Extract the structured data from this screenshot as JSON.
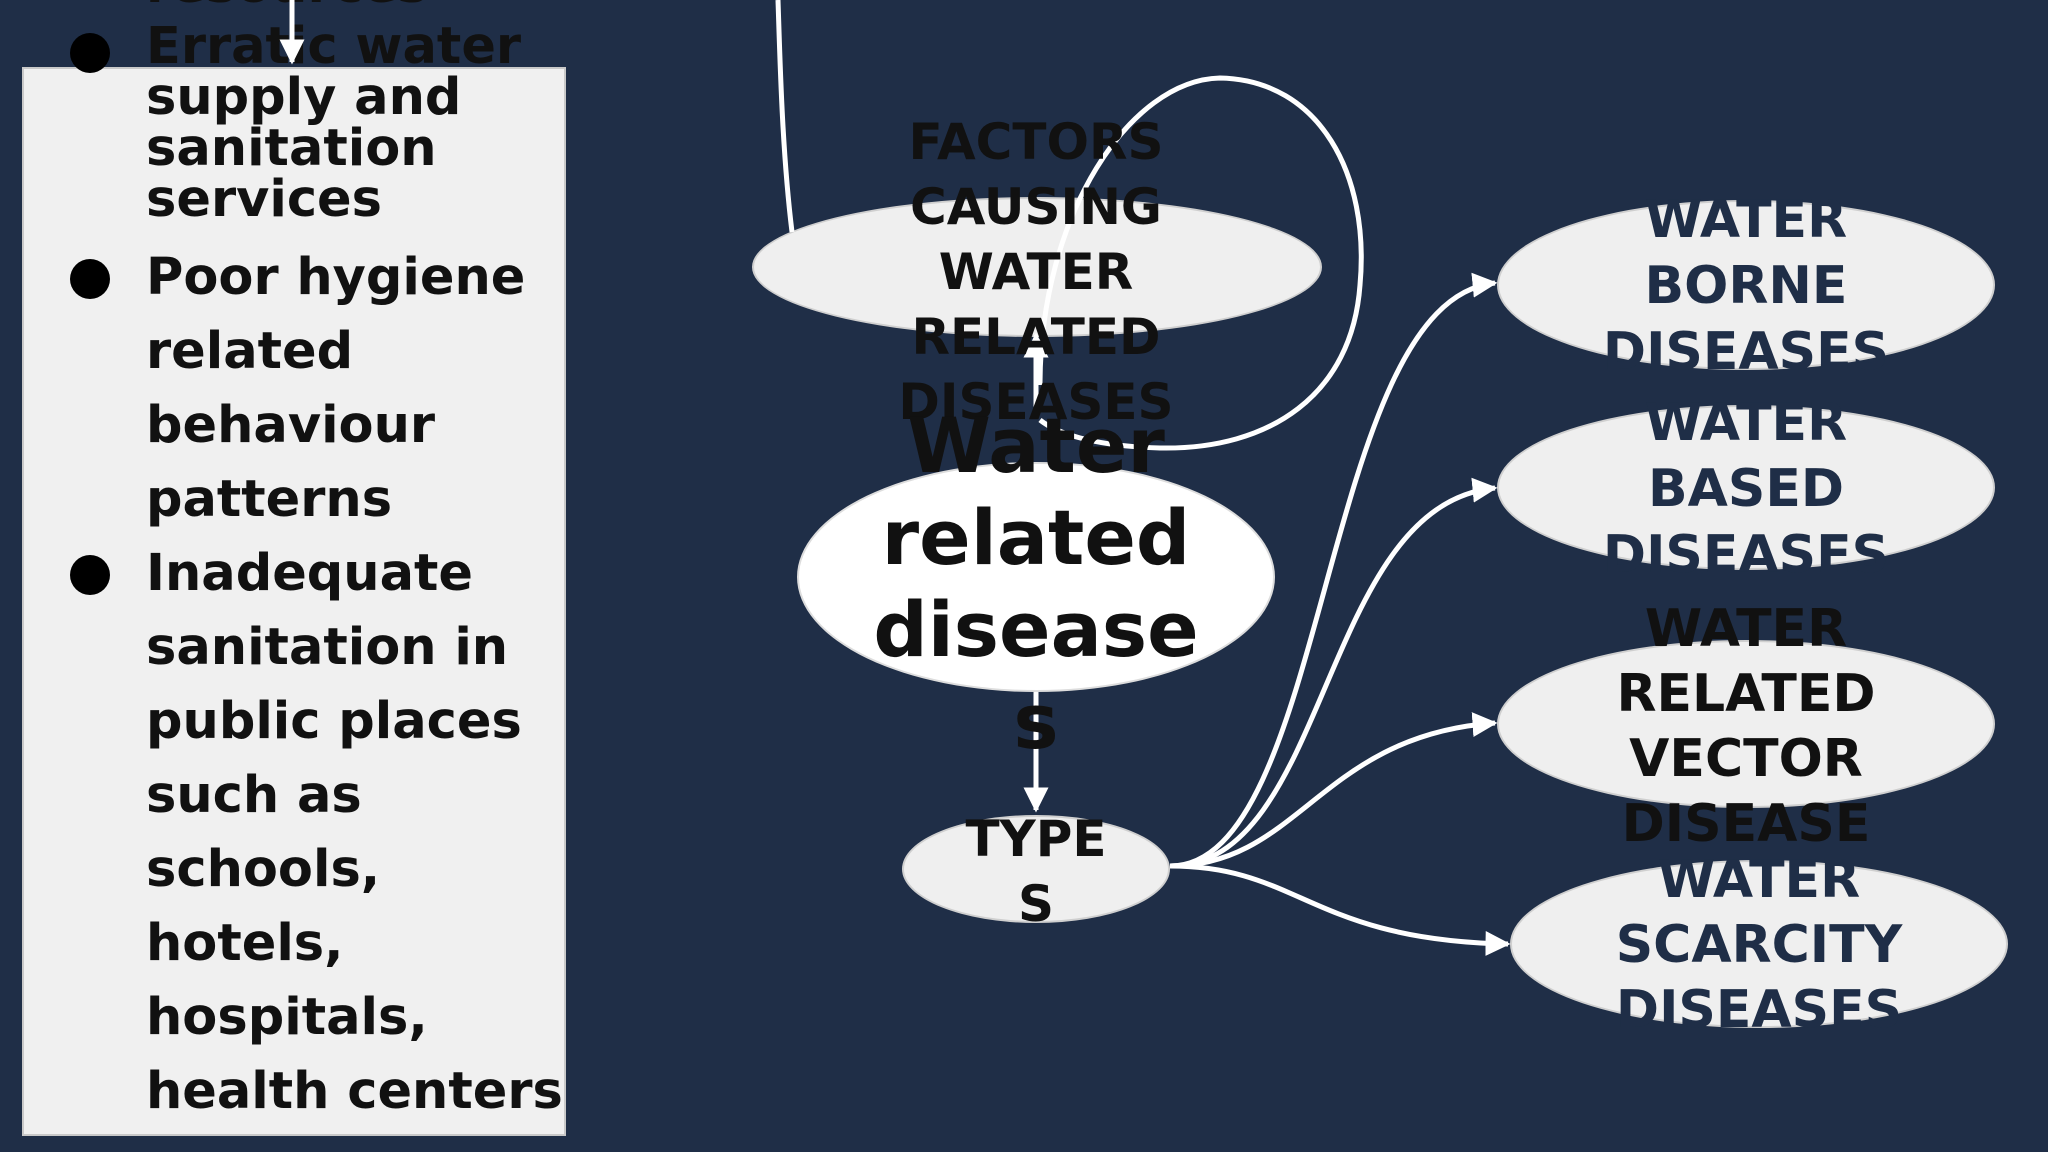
{
  "panel": {
    "partial_top": "resources",
    "items": [
      {
        "text": "Erratic water supply and sanitation services"
      },
      {
        "text": "Poor hygiene related behaviour patterns"
      },
      {
        "text": "Inadequate sanitation in public places such as schools, hotels, hospitals, health centers"
      }
    ]
  },
  "nodes": {
    "factors": "FACTORS\nCAUSING\nWATER\nRELATED\nDISEASES",
    "main": "Water\nrelated\ndisease\ns",
    "types": "TYPE\nS",
    "borne": "WATER\nBORNE\nDISEASES",
    "based": "WATER\nBASED\nDISEASES",
    "vector": "WATER\nRELATED\nVECTOR\nDISEASE",
    "scarcity": "WATER\nSCARCITY\nDISEASES"
  },
  "colors": {
    "background": "#1f2e47",
    "panel": "#f0f0f0",
    "node": "#efefef",
    "edge": "#ffffff",
    "navy_text": "#1f2e47"
  }
}
